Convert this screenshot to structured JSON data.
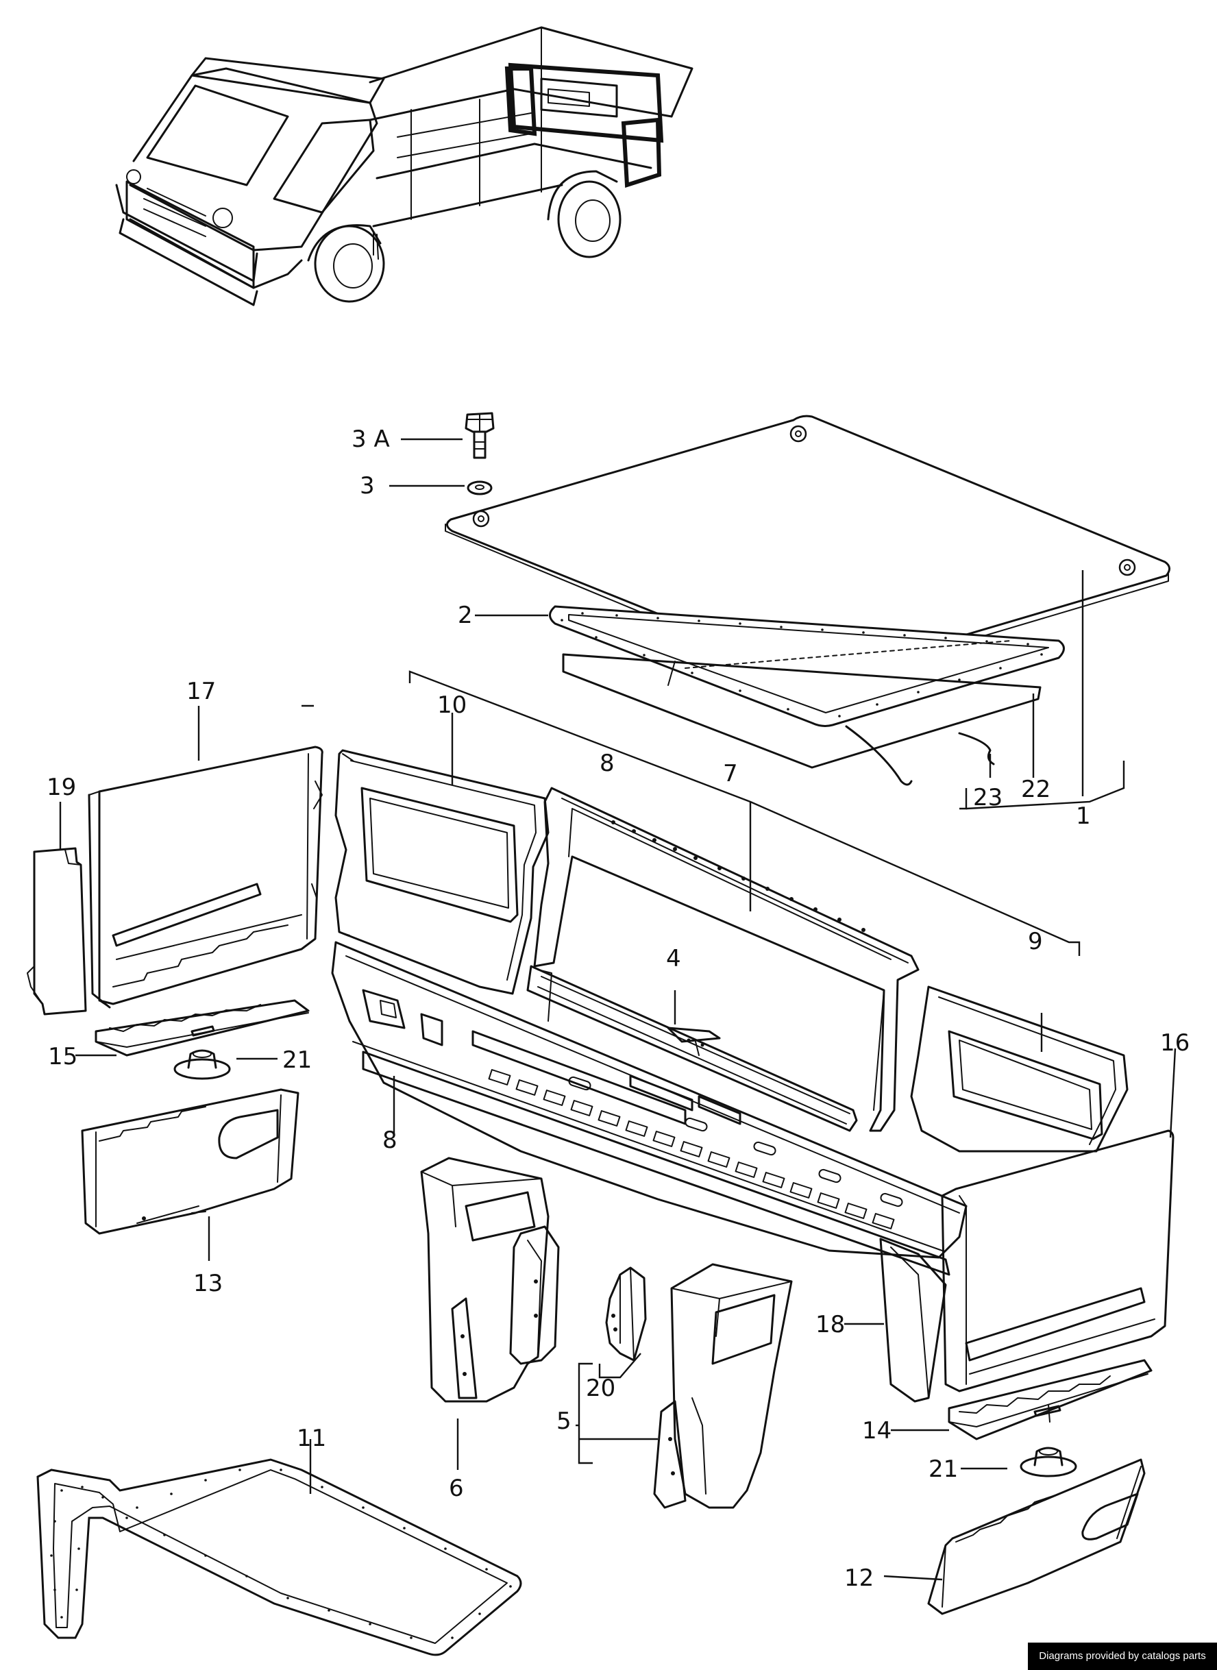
{
  "labels": {
    "l1": "1",
    "l2": "2",
    "l3": "3",
    "l3a": "3 A",
    "l4": "4",
    "l5": "5",
    "l6": "6",
    "l7": "7",
    "l8a": "8",
    "l8b": "8",
    "l9": "9",
    "l10": "10",
    "l11": "11",
    "l12": "12",
    "l13": "13",
    "l14": "14",
    "l15": "15",
    "l16": "16",
    "l17": "17",
    "l18": "18",
    "l19": "19",
    "l20": "20",
    "l21a": "21",
    "l21b": "21",
    "l22": "22",
    "l23": "23"
  },
  "footer": {
    "credit": "Diagrams provided by catalogs parts"
  }
}
